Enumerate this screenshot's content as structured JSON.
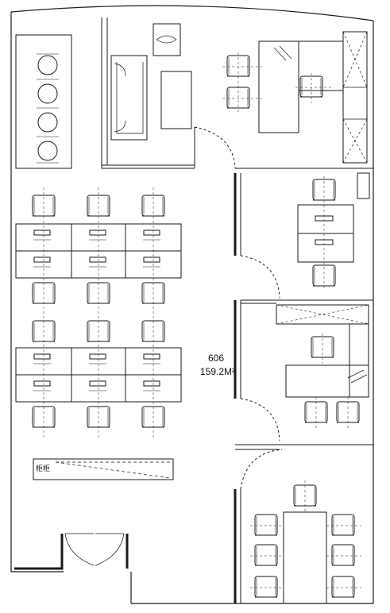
{
  "plan": {
    "room_number": "606",
    "room_area": "159.2M²",
    "cabinet_label": "柜柜"
  },
  "colors": {
    "line": "#1a1a1a",
    "dash": "#333333",
    "background": "#ffffff"
  }
}
